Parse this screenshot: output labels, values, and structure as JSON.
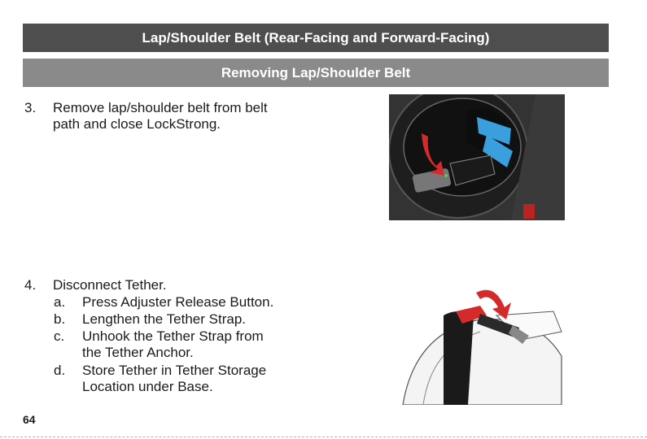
{
  "header": {
    "title": "Lap/Shoulder Belt (Rear-Facing and Forward-Facing)",
    "subtitle": "Removing Lap/Shoulder Belt"
  },
  "steps": [
    {
      "number": "3.",
      "lines": [
        "Remove lap/shoulder belt from belt",
        "path and close LockStrong."
      ]
    },
    {
      "number": "4.",
      "lines": [
        "Disconnect Tether."
      ],
      "substeps": [
        {
          "letter": "a.",
          "lines": [
            "Press Adjuster Release Button."
          ]
        },
        {
          "letter": "b.",
          "lines": [
            "Lengthen the Tether Strap."
          ]
        },
        {
          "letter": "c.",
          "lines": [
            "Unhook the Tether Strap from",
            "the Tether Anchor."
          ]
        },
        {
          "letter": "d.",
          "lines": [
            "Store Tether in Tether Storage",
            "Location under Base."
          ]
        }
      ]
    }
  ],
  "footer": {
    "page_number": "64"
  },
  "colors": {
    "title_bar": "#4e4e4e",
    "subtitle_bar": "#8a8a8a",
    "arrow_red": "#d42a2a",
    "belt_blue": "#3aa0dd"
  },
  "icons": {
    "illustration_1": "lockstrong-closing-illustration",
    "illustration_2": "tether-disconnect-illustration"
  }
}
